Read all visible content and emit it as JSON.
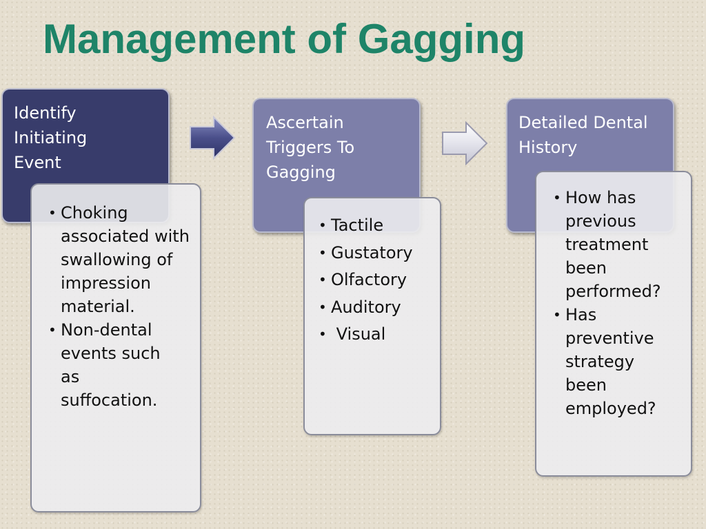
{
  "title": "Management of Gagging",
  "steps": [
    {
      "heading": "Identify Initiating Event",
      "items": [
        "Choking associated with swallowing of impression material.",
        "Non-dental events such as suffocation."
      ]
    },
    {
      "heading": "Ascertain Triggers To Gagging",
      "items": [
        "Tactile",
        "Gustatory",
        "Olfactory",
        "Auditory",
        " Visual"
      ]
    },
    {
      "heading": "Detailed Dental History",
      "items": [
        "How has previous treatment been performed?",
        "Has preventive strategy been employed?"
      ]
    }
  ],
  "colors": {
    "title": "#1e8468",
    "step1": "#383c6b",
    "step2": "#7d7fa9",
    "step3": "#7d7fa9"
  }
}
